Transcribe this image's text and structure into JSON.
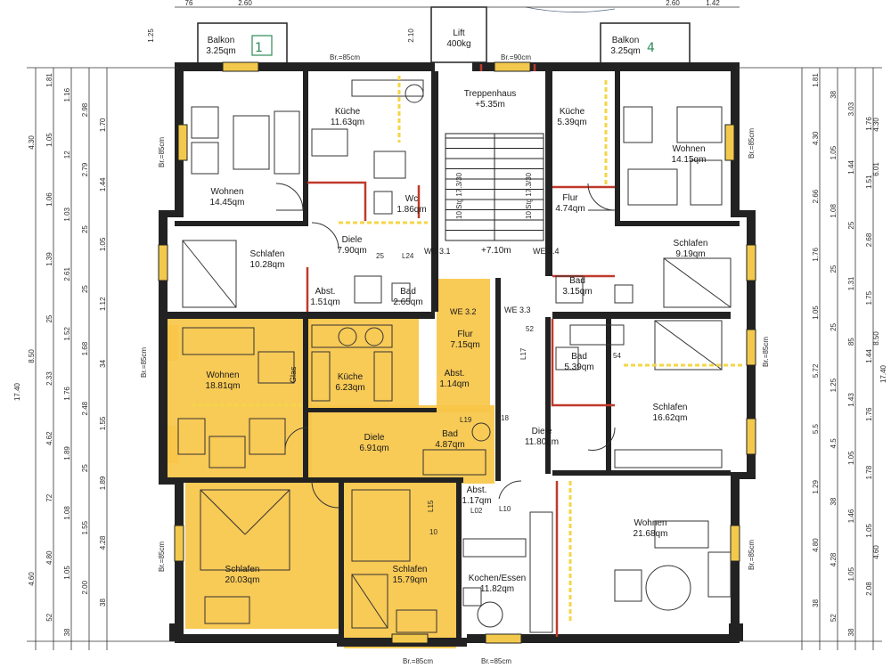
{
  "colors": {
    "highlight": "#f7c548",
    "wall": "#222222",
    "window": "#f2c94c",
    "elec": "#f5d547",
    "red": "#c0392b",
    "paper": "#ffffff"
  },
  "rooms": [
    {
      "id": "balkon-left",
      "name": "Balkon",
      "area": "3.25qm"
    },
    {
      "id": "wohnen-tl",
      "name": "Wohnen",
      "area": "14.45qm"
    },
    {
      "id": "kueche-tl",
      "name": "Küche",
      "area": "11.63qm"
    },
    {
      "id": "lift",
      "name": "Lift",
      "area": "400kg"
    },
    {
      "id": "treppenhaus",
      "name": "Treppenhaus",
      "area": "+5.35m"
    },
    {
      "id": "kueche-tr",
      "name": "Küche",
      "area": "5.39qm"
    },
    {
      "id": "balkon-right",
      "name": "Balkon",
      "area": "3.25qm"
    },
    {
      "id": "wohnen-tr",
      "name": "Wohnen",
      "area": "14.15qm"
    },
    {
      "id": "wc",
      "name": "Wc",
      "area": "1.86qm"
    },
    {
      "id": "flur-tr",
      "name": "Flur",
      "area": "4.74qm"
    },
    {
      "id": "diele-tl",
      "name": "Diele",
      "area": "7.90qm"
    },
    {
      "id": "schlafen-l",
      "name": "Schlafen",
      "area": "10.28qm"
    },
    {
      "id": "schlafen-r",
      "name": "Schlafen",
      "area": "9.19qm"
    },
    {
      "id": "abst-l",
      "name": "Abst.",
      "area": "1.51qm"
    },
    {
      "id": "bad-l",
      "name": "Bad",
      "area": "2.65qm"
    },
    {
      "id": "bad-r",
      "name": "Bad",
      "area": "3.15qm"
    },
    {
      "id": "wohnen-ml",
      "name": "Wohnen",
      "area": "18.81qm"
    },
    {
      "id": "kueche-ml",
      "name": "Küche",
      "area": "6.23qm"
    },
    {
      "id": "flur-m",
      "name": "Flur",
      "area": "7.15qm"
    },
    {
      "id": "abst-m",
      "name": "Abst.",
      "area": "1.14qm"
    },
    {
      "id": "bad-mr",
      "name": "Bad",
      "area": "5.39qm"
    },
    {
      "id": "schlafen-mr",
      "name": "Schlafen",
      "area": "16.62qm"
    },
    {
      "id": "diele-m",
      "name": "Diele",
      "area": "6.91qm"
    },
    {
      "id": "bad-m",
      "name": "Bad",
      "area": "4.87qm"
    },
    {
      "id": "diele-r",
      "name": "Diele",
      "area": "11.80qm"
    },
    {
      "id": "schlafen-bl",
      "name": "Schlafen",
      "area": "20.03qm"
    },
    {
      "id": "schlafen-bm",
      "name": "Schlafen",
      "area": "15.79qm"
    },
    {
      "id": "abst-b",
      "name": "Abst.",
      "area": "1.17qm"
    },
    {
      "id": "kochen",
      "name": "Kochen/Essen",
      "area": "11.82qm"
    },
    {
      "id": "wohnen-br",
      "name": "Wohnen",
      "area": "21.68qm"
    }
  ],
  "marks": {
    "we31": "WE 3.1",
    "we32": "WE 3.2",
    "we33": "WE 3.3",
    "we34": "WE 3.4",
    "level": "+7.10m",
    "glas": "Glas",
    "hw1": "1",
    "hw4": "4",
    "steps1": "10 Stg 17.3/30",
    "steps2": "10 Stg 17.3/30",
    "sm52": "52",
    "sm54": "54",
    "sm118": "18",
    "sm25": "25",
    "sm124": "L24",
    "sm119": "L19",
    "sm117": "L17",
    "sm110": "L10",
    "sm102": "L02",
    "sm115": "L15",
    "sm10": "10"
  },
  "br": {
    "top_l": "Br.=85cm",
    "top_r": "Br.=90cm",
    "left1": "Br.=85cm",
    "left2": "Br.=85cm",
    "left3": "Br.=85cm",
    "right1": "Br.=85cm",
    "right2": "Br.=85cm",
    "right3": "Br.=85cm",
    "bot1": "Br.=85cm",
    "bot2": "Br.=85cm"
  },
  "dims": {
    "top": [
      "76",
      "2.60",
      "1.25",
      "2.10",
      "2.60",
      "1.42"
    ],
    "left_outer": [
      "4.30",
      "8.50",
      "4.60",
      "17.40"
    ],
    "left_a": [
      "1.81",
      "1.16",
      "2.98",
      "1.70",
      "1.05",
      "12",
      "2.79",
      "1.44",
      "1.06",
      "1.03",
      "25",
      "1.05",
      "1.39",
      "2.61",
      "25",
      "1.12",
      "25",
      "1.52",
      "1.68",
      "34",
      "2.33",
      "1.76",
      "2.48",
      "1.55",
      "4.62",
      "1.89",
      "25",
      "1.89",
      "72",
      "1.08",
      "1.55",
      "4.28",
      "4.80",
      "1.05",
      "2.00",
      "38",
      "52",
      "38"
    ],
    "right_outer": [
      "4.30",
      "6.01",
      "8.50",
      "17.40",
      "4.60"
    ],
    "right_a": [
      "1.81",
      "38",
      "3.03",
      "1.76",
      "4.30",
      "1.05",
      "1.44",
      "1.51",
      "2.66",
      "1.08",
      "25",
      "2.68",
      "1.76",
      "25",
      "1.31",
      "1.75",
      "1.05",
      "25",
      "85",
      "1.44",
      "5.72",
      "1.25",
      "1.43",
      "1.76",
      "5.5",
      "4.5",
      "1.05",
      "1.78",
      "1.29",
      "38",
      "1.46",
      "1.05",
      "4.80",
      "4.28",
      "1.05",
      "2.08",
      "38",
      "52",
      "38"
    ]
  }
}
